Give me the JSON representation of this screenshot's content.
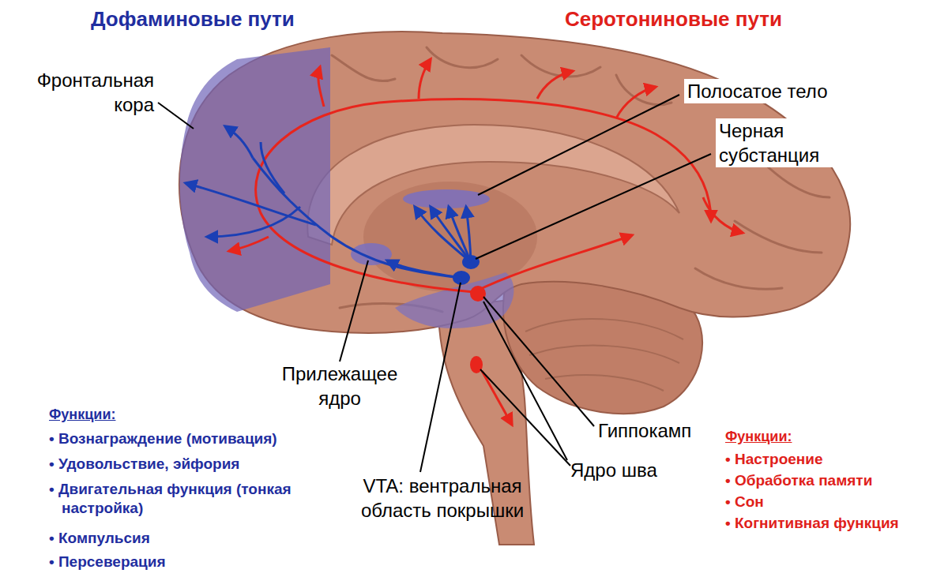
{
  "diagram": {
    "labels": [
      "Дофаминовые пути",
      "Серотониновые пути",
      "Фронтальная кора",
      "Полосатое тело",
      "Черная субстанция",
      "Прилежащее ядро",
      "Гиппокамп",
      "Ядро шва",
      "VTA: вентральная область покрышки",
      "Функции:",
      "• Вознаграждение (мотивация)",
      "• Удовольствие, эйфория",
      "• Двигательная функция (тонкая настройка)",
      "• Компульсия",
      "• Персеверация",
      "Функции:",
      "• Настроение",
      "• Обработка памяти",
      "• Сон",
      "• Когнитивная функция"
    ]
  }
}
